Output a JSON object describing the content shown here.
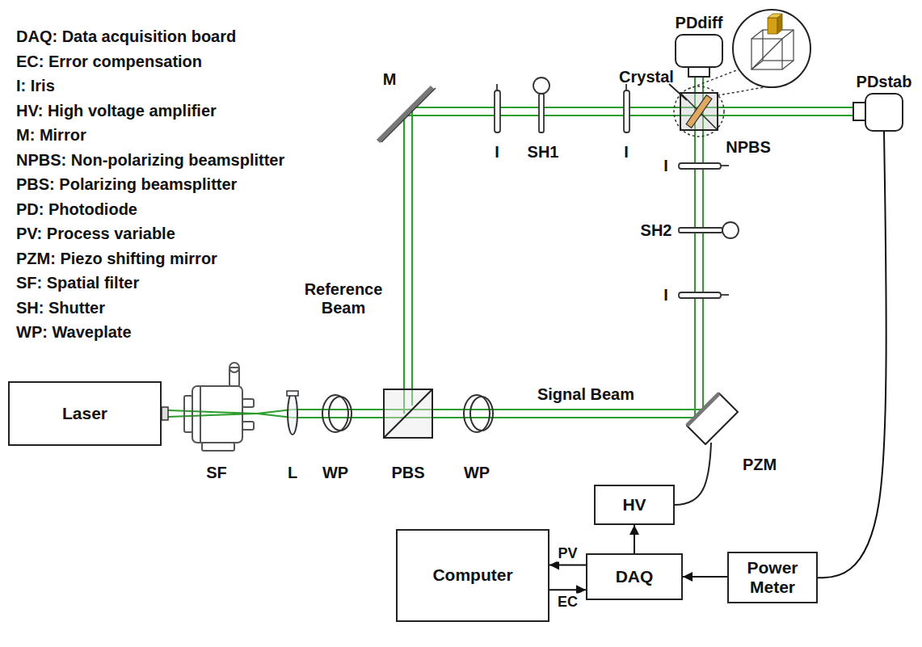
{
  "diagram": {
    "nodes": [
      {
        "text": [
          "PDdiff"
        ]
      },
      {
        "text": [
          "PDstab"
        ]
      },
      {
        "text": [
          "Laser"
        ]
      },
      {
        "text": [
          "HV"
        ]
      },
      {
        "text": [
          "Computer"
        ]
      },
      {
        "text": [
          "DAQ"
        ]
      },
      {
        "text": [
          "Power Meter"
        ]
      }
    ],
    "edges": [
      {
        "from": 6,
        "to": 5,
        "arrow": "to"
      },
      {
        "from": 5,
        "to": 3,
        "arrow": "to"
      },
      {
        "from": 5,
        "to": 4,
        "label": "PV",
        "arrow": "to"
      },
      {
        "from": 4,
        "to": 5,
        "label": "EC",
        "arrow": "to"
      },
      {
        "from": 1,
        "to": 6,
        "arrow": "none"
      }
    ],
    "labels": [
      "DAQ: Data acquisition board",
      "EC: Error compensation",
      "I: Iris",
      "HV: High voltage amplifier",
      "M: Mirror",
      "NPBS: Non-polarizing beamsplitter",
      "PBS: Polarizing beamsplitter",
      "PD: Photodiode",
      "PV: Process variable",
      "PZM: Piezo shifting mirror",
      "SF: Spatial filter",
      "SH: Shutter",
      "WP: Waveplate",
      "M",
      "Crystal",
      "I",
      "SH1",
      "I",
      "NPBS",
      "I",
      "SH2",
      "I",
      "Reference Beam",
      "Signal Beam",
      "SF",
      "L",
      "WP",
      "PBS",
      "WP",
      "PZM"
    ]
  }
}
